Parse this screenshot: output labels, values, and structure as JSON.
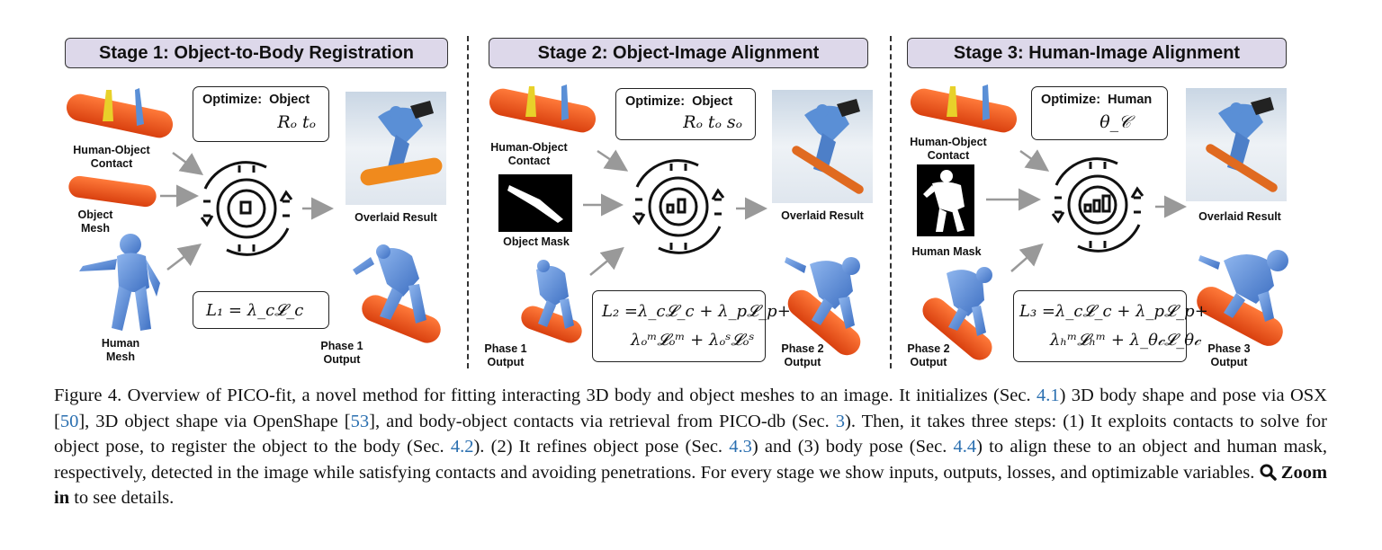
{
  "stages": [
    {
      "title": "Stage 1: Object-to-Body Registration",
      "optimize_label": "Optimize:",
      "optimize_target": "Object",
      "optimize_vars": "Rₒ tₒ",
      "inputs": [
        "Human-Object Contact",
        "Object Mesh",
        "Human Mesh"
      ],
      "overlaid_label": "Overlaid Result",
      "output_label": "Phase 1 Output",
      "loss_lines": [
        "L₁ = λ_c𝓛_c"
      ]
    },
    {
      "title": "Stage 2: Object-Image Alignment",
      "optimize_label": "Optimize:",
      "optimize_target": "Object",
      "optimize_vars": "Rₒ tₒ sₒ",
      "inputs": [
        "Human-Object Contact",
        "Object Mask",
        "Phase 1 Output"
      ],
      "overlaid_label": "Overlaid Result",
      "output_label": "Phase 2 Output",
      "loss_lines": [
        "L₂ =λ_c𝓛_c + λ_p𝓛_p+",
        "λₒᵐ𝓛ₒᵐ + λₒˢ𝓛ₒˢ"
      ]
    },
    {
      "title": "Stage 3: Human-Image Alignment",
      "optimize_label": "Optimize:",
      "optimize_target": "Human",
      "optimize_vars": "θ_𝒞",
      "inputs": [
        "Human-Object Contact",
        "Human Mask",
        "Phase 2 Output"
      ],
      "overlaid_label": "Overlaid Result",
      "output_label": "Phase 3 Output",
      "loss_lines": [
        "L₃ =λ_c𝓛_c + λ_p𝓛_p+",
        "λₕᵐ𝓛ₕᵐ + λ_θ𝒸𝓛_θ𝒸"
      ]
    }
  ],
  "caption": {
    "prefix": "Figure 4. Overview of PICO-fit, a novel method for fitting interacting 3D body and object meshes to an image. It initializes (Sec. ",
    "ref1": "4.1",
    "p2": ") 3D body shape and pose via OSX [",
    "ref2": "50",
    "p3": "], 3D object shape via OpenShape [",
    "ref3": "53",
    "p4": "], and body-object contacts via retrieval from PICO-db (Sec. ",
    "ref4": "3",
    "p5": "). Then, it takes three steps: (1) It exploits contacts to solve for object pose, to register the object to the body (Sec. ",
    "ref5": "4.2",
    "p6": "). (2) It refines object pose (Sec. ",
    "ref6": "4.3",
    "p7": ") and (3) body pose (Sec. ",
    "ref7": "4.4",
    "p8": ") to align these to an object and human mask, respectively, detected in the image while satisfying contacts and avoiding penetrations. For every stage we show inputs, outputs, losses, and optimizable variables. ",
    "zoom": "Zoom in",
    "suffix": " to see details."
  },
  "colors": {
    "stage_title_bg": "#ddd8ea",
    "board_orange": "#f0591d",
    "body_blue": "#5a8fd6",
    "ref_blue": "#2a6fb0"
  }
}
